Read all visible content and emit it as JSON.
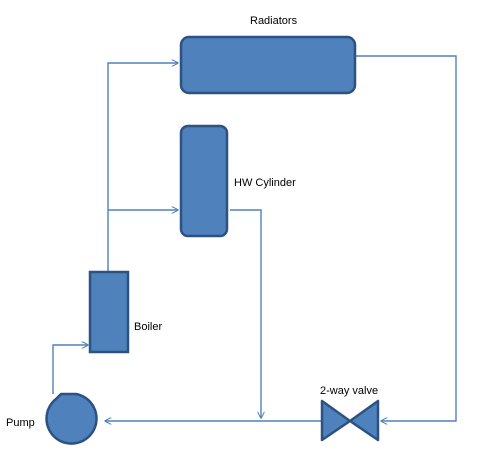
{
  "labels": {
    "radiators": "Radiators",
    "hw_cylinder": "HW Cylinder",
    "boiler": "Boiler",
    "pump": "Pump",
    "valve": "2-way valve"
  },
  "colors": {
    "component_fill": "#4f81bd",
    "component_stroke": "#2c5282",
    "pipe": "#4f81bd"
  },
  "icons": {
    "pump": "pump-icon",
    "valve": "two-way-valve-icon"
  }
}
